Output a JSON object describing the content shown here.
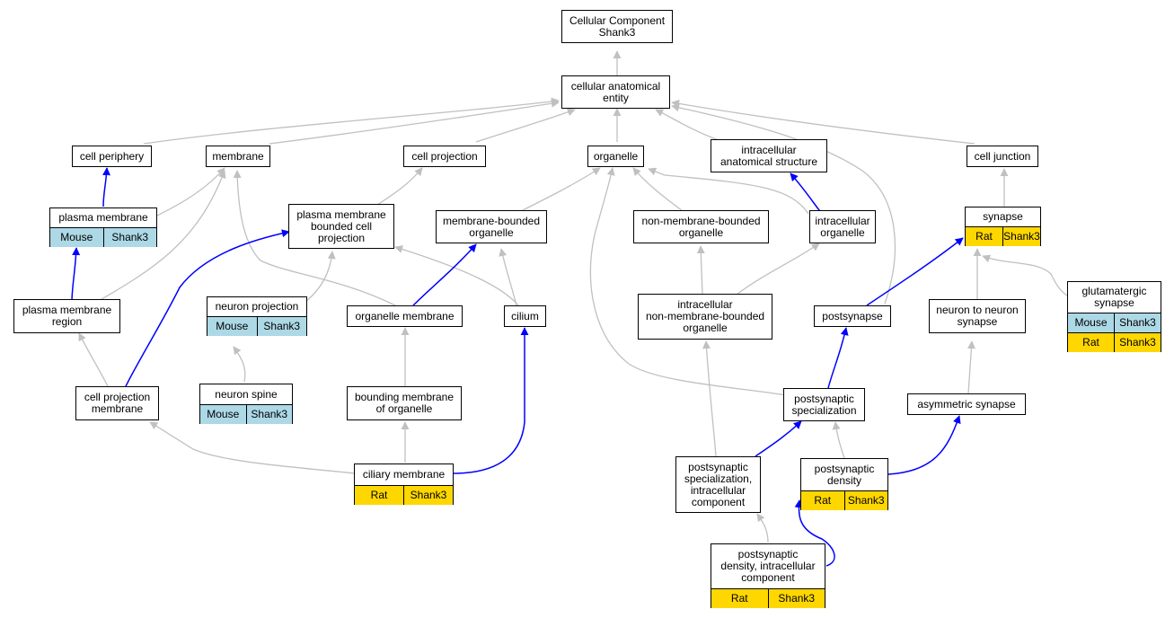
{
  "colors": {
    "is_a_edge": "#c0c0c0",
    "part_of_edge": "#0000ff",
    "mouse": "#add8e6",
    "rat": "#ffd700"
  },
  "nodes": {
    "root": {
      "lines": [
        "Cellular Component",
        "Shank3"
      ]
    },
    "cae": {
      "lines": [
        "cellular anatomical",
        "entity"
      ]
    },
    "cell_periphery": {
      "lines": [
        "cell periphery"
      ]
    },
    "membrane": {
      "lines": [
        "membrane"
      ]
    },
    "cell_projection": {
      "lines": [
        "cell projection"
      ]
    },
    "organelle": {
      "lines": [
        "organelle"
      ]
    },
    "ias": {
      "lines": [
        "intracellular",
        "anatomical structure"
      ]
    },
    "cell_junction": {
      "lines": [
        "cell junction"
      ]
    },
    "plasma_membrane": {
      "lines": [
        "plasma membrane"
      ],
      "rows": [
        [
          "Mouse",
          "Shank3"
        ]
      ]
    },
    "pmbcp": {
      "lines": [
        "plasma membrane",
        "bounded cell",
        "projection"
      ]
    },
    "mbo": {
      "lines": [
        "membrane-bounded",
        "organelle"
      ]
    },
    "nmbo": {
      "lines": [
        "non-membrane-bounded",
        "organelle"
      ]
    },
    "intra_org": {
      "lines": [
        "intracellular",
        "organelle"
      ]
    },
    "synapse": {
      "lines": [
        "synapse"
      ],
      "rows": [
        [
          "Rat",
          "Shank3"
        ]
      ]
    },
    "glut_syn": {
      "lines": [
        "glutamatergic",
        "synapse"
      ],
      "rows": [
        [
          "Mouse",
          "Shank3"
        ],
        [
          "Rat",
          "Shank3"
        ]
      ]
    },
    "pm_region": {
      "lines": [
        "plasma membrane",
        "region"
      ]
    },
    "neuron_proj": {
      "lines": [
        "neuron projection"
      ],
      "rows": [
        [
          "Mouse",
          "Shank3"
        ]
      ]
    },
    "org_membrane": {
      "lines": [
        "organelle membrane"
      ]
    },
    "cilium": {
      "lines": [
        "cilium"
      ]
    },
    "inmbo": {
      "lines": [
        "intracellular",
        "non-membrane-bounded",
        "organelle"
      ]
    },
    "postsynapse": {
      "lines": [
        "postsynapse"
      ]
    },
    "n2n_syn": {
      "lines": [
        "neuron to neuron",
        "synapse"
      ]
    },
    "cpm": {
      "lines": [
        "cell projection",
        "membrane"
      ]
    },
    "neuron_spine": {
      "lines": [
        "neuron spine"
      ],
      "rows": [
        [
          "Mouse",
          "Shank3"
        ]
      ]
    },
    "bmo": {
      "lines": [
        "bounding membrane",
        "of organelle"
      ]
    },
    "ps_spec": {
      "lines": [
        "postsynaptic",
        "specialization"
      ]
    },
    "asym_syn": {
      "lines": [
        "asymmetric synapse"
      ]
    },
    "ciliary_membrane": {
      "lines": [
        "ciliary membrane"
      ],
      "rows": [
        [
          "Rat",
          "Shank3"
        ]
      ]
    },
    "psic": {
      "lines": [
        "postsynaptic",
        "specialization,",
        "intracellular",
        "component"
      ]
    },
    "psd": {
      "lines": [
        "postsynaptic",
        "density"
      ],
      "rows": [
        [
          "Rat",
          "Shank3"
        ]
      ]
    },
    "psdic": {
      "lines": [
        "postsynaptic",
        "density, intracellular",
        "component"
      ],
      "rows": [
        [
          "Rat",
          "Shank3"
        ]
      ]
    }
  }
}
